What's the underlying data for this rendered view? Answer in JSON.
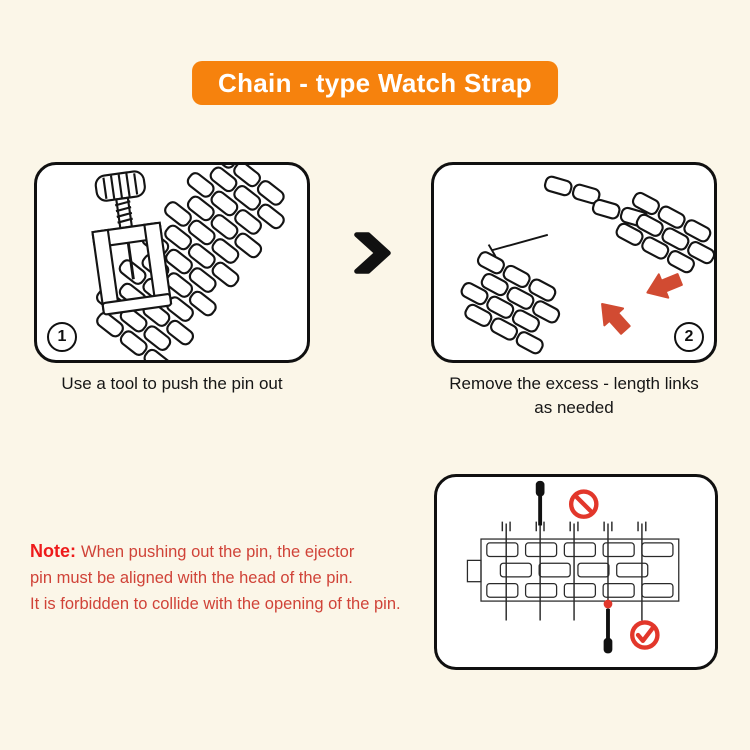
{
  "title": "Chain - type Watch Strap",
  "steps": [
    {
      "number": "1",
      "caption": "Use a tool to push the pin out"
    },
    {
      "number": "2",
      "caption": "Remove the excess - length links as needed"
    }
  ],
  "note": {
    "label": "Note:",
    "lines": [
      "When pushing out the pin, the ejector",
      "pin must be aligned with the head of the pin.",
      "It is forbidden to collide with the opening of the pin."
    ]
  },
  "icons": {
    "between_steps": "chevron-right-icon",
    "wrong_way": "prohibition-icon",
    "right_way": "check-icon"
  },
  "colors": {
    "background": "#FBF6E8",
    "panel_background": "#FFFFFF",
    "panel_border": "#101010",
    "banner_orange": "#F6820D",
    "title_text": "#FFFFFF",
    "note_label_red": "#EE1B1B",
    "note_body_red": "#D04338",
    "arrow_red": "#D14B32",
    "icon_red": "#E2372B",
    "line_art_black": "#141414"
  }
}
